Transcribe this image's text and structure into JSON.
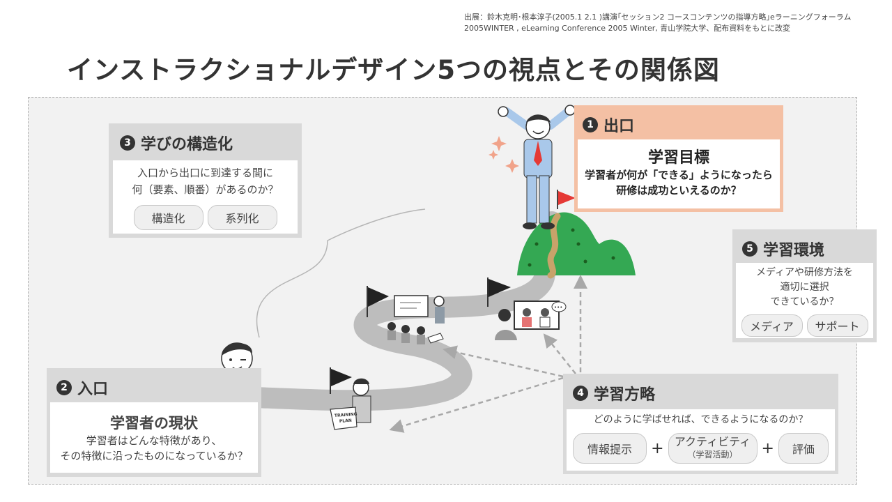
{
  "source": {
    "line1": "出展：鈴木克明･根本淳子(2005.1  2.1 )講演｢セッション2  コースコンテンツの指導方略｣eラーニングフォーラム",
    "line2": "2005WINTER  , eLearning  Conference  2005  Winter, 青山学院大学、配布資料をもとに改変"
  },
  "title": "インストラクショナルデザイン5つの視点とその関係図",
  "box1": {
    "num": "1",
    "heading": "出口",
    "subtitle": "学習目標",
    "question_line1": "学習者が何が「できる」ようになったら",
    "question_line2": "研修は成功といえるのか？"
  },
  "box2": {
    "num": "2",
    "heading": "入口",
    "subtitle": "学習者の現状",
    "question_line1": "学習者はどんな特徴があり、",
    "question_line2": "その特徴に沿ったものになっているか？"
  },
  "box3": {
    "num": "3",
    "heading": "学びの構造化",
    "question_line1": "入口から出口に到達する間に",
    "question_line2": "何（要素、順番）があるのか？",
    "tags": [
      "構造化",
      "系列化"
    ]
  },
  "box4": {
    "num": "4",
    "heading": "学習方略",
    "question": "どのように学ばせれば、できるようになるのか？",
    "tag1": "情報提示",
    "tag2": "アクティビティ",
    "tag2_sub": "（学習活動）",
    "tag3": "評価",
    "plus": "+"
  },
  "box5": {
    "num": "5",
    "heading": "学習環境",
    "question_line1": "メディアや研修方法を",
    "question_line2": "適切に選択",
    "question_line3": "できているか？",
    "tags": [
      "メディア",
      "サポート"
    ]
  },
  "illustration": {
    "plan_label_line1": "TRAINING",
    "plan_label_line2": "PLAN",
    "speech_dots": "•••"
  },
  "colors": {
    "background": "#f2f2f2",
    "box_gray": "#d9d9d9",
    "exit_salmon": "#f4c0a4",
    "path_gray": "#bdbdbd",
    "hill_green": "#34a853",
    "flag_red": "#e53935",
    "suit_blue": "#a9c8ea"
  }
}
